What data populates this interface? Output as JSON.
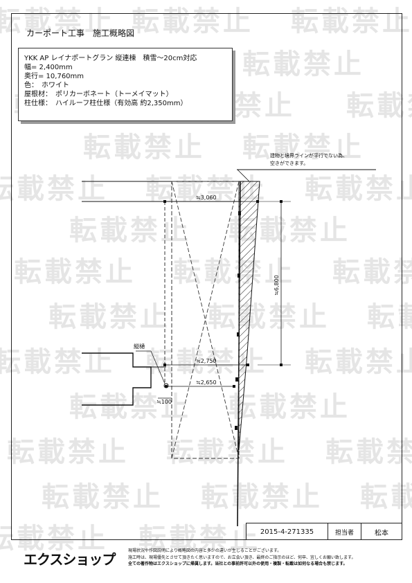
{
  "page": {
    "title": "カーポート工事　施工概略図",
    "watermark": "転載禁止"
  },
  "spec": {
    "line1": "YKK AP レイナポートグラン 縦連棟　積雪～20cm対応",
    "line2": "幅= 2,400mm",
    "line3": "奥行= 10,760mm",
    "line4": "色：　ホワイト",
    "line5": "屋根材：　ポリカーボネート（トーメイマット）",
    "line6": "柱仕様：　ハイルーフ柱仕様（有効高 約2,350mm）"
  },
  "drawing": {
    "note_line1": "建物と境界ラインが平行でない為、",
    "note_line2": "空きができます。",
    "dim_3060": "≒3,060",
    "dim_6800": "≒6,800",
    "dim_2750": "≒2,750",
    "dim_2650": "≒2,650",
    "dim_100": "≒100",
    "seam_label": "縦樋"
  },
  "title_block": {
    "drawing_no": "2015-4-271335",
    "person_label": "担当者",
    "person_name": "松本"
  },
  "footer": {
    "logo": "エクスショップ",
    "line1": "現場状況や作図説明により概略図の内容と多少の違いが生じることがございます。",
    "line2": "施工時は、現場優先とさせて頂きたく思いますので、お立会い頂き、最終のご指示のほど、何卒、宜しくお願い致します。",
    "line3": "全ての著作物はエクスショップに帰属します。当社との事前許可以外の使用・複製・転載は如何なる場合も禁じます。"
  }
}
